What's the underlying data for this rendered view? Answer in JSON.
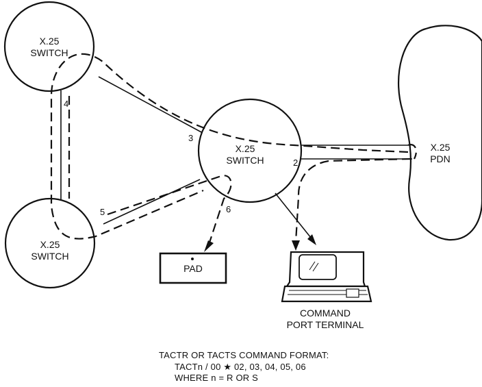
{
  "nodes": {
    "switch_top_left": {
      "line1": "X.25",
      "line2": "SWITCH"
    },
    "switch_center": {
      "line1": "X.25",
      "line2": "SWITCH"
    },
    "switch_bottom_left": {
      "line1": "X.25",
      "line2": "SWITCH"
    },
    "pdn": {
      "line1": "X.25",
      "line2": "PDN"
    },
    "pad": {
      "label": "PAD"
    },
    "terminal": {
      "line1": "COMMAND",
      "line2": "PORT TERMINAL"
    }
  },
  "ports": {
    "p2": "2",
    "p3": "3",
    "p4": "4",
    "p5": "5",
    "p6": "6"
  },
  "command": {
    "line1": "TACTR OR TACTS COMMAND FORMAT:",
    "line2": "TACTn / 00 ★ 02, 03, 04, 05, 06",
    "line3": "WHERE n  =  R OR S"
  }
}
